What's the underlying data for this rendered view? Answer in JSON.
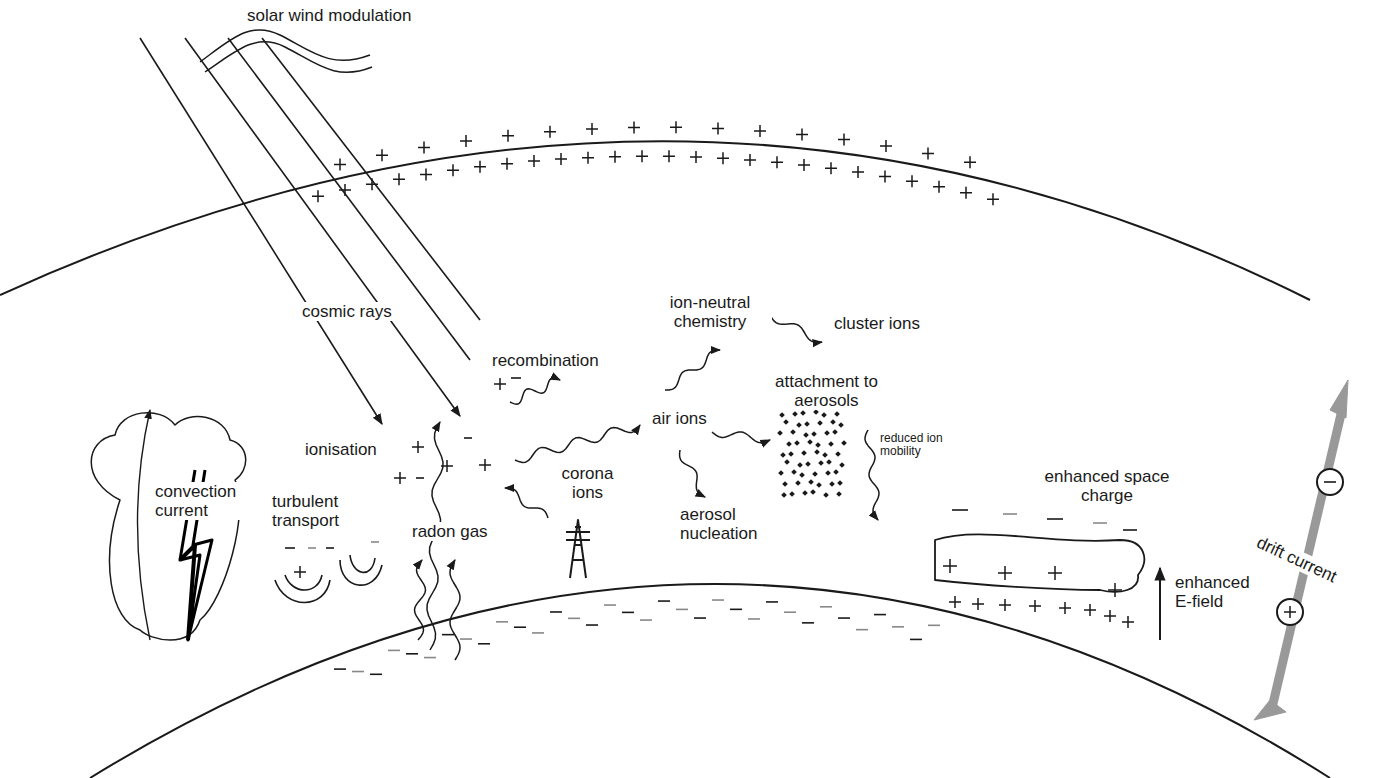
{
  "diagram": {
    "labels": [
      "solar wind modulation",
      "cosmic rays",
      "ion-neutral chemistry",
      "cluster ions",
      "recombination",
      "attachment to aerosols",
      "air ions",
      "reduced ion mobility",
      "ionisation",
      "corona ions",
      "convection current",
      "turbulent transport",
      "radon gas",
      "aerosol nucleation",
      "enhanced space charge",
      "enhanced E-field",
      "drift current"
    ]
  }
}
